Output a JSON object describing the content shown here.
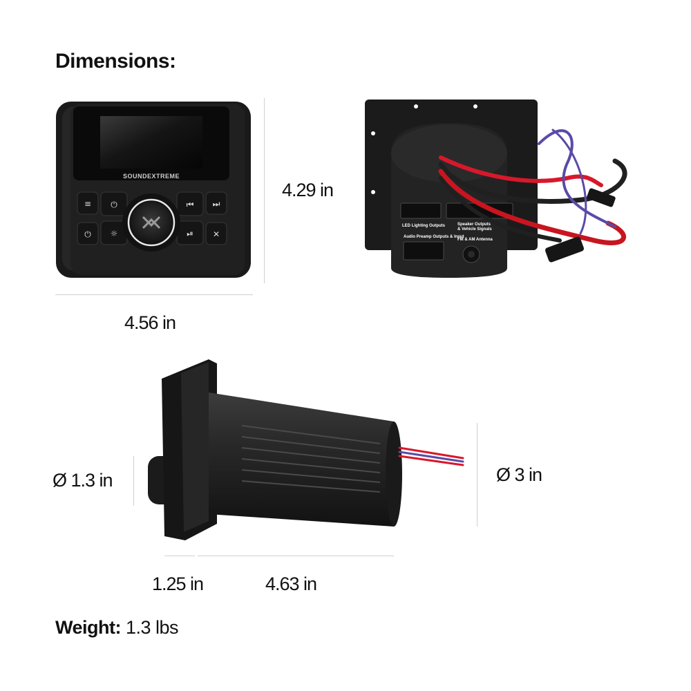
{
  "heading": "Dimensions:",
  "brand_text": "SOUNDEXTREME",
  "dimensions": {
    "height": "4.29 in",
    "width": "4.56 in",
    "knob_diameter": "Ø 1.3 in",
    "body_diameter": "Ø 3 in",
    "front_depth": "1.25 in",
    "body_depth": "4.63 in"
  },
  "rear_labels": {
    "led": "LED Lighting Outputs",
    "speaker_line1": "Speaker Outputs",
    "speaker_line2": "& Vehicle Signals",
    "audio": "Audio Preamp Outputs & Input",
    "antenna": "FM & AM Antenna"
  },
  "weight": {
    "label": "Weight:",
    "value": "1.3 lbs"
  },
  "colors": {
    "unit_body": "#1c1c1c",
    "screen": "#0b0b0b",
    "wire_red": "#d8182a",
    "wire_blue": "#5b4aa8",
    "dim_line": "#cfcfcf"
  }
}
